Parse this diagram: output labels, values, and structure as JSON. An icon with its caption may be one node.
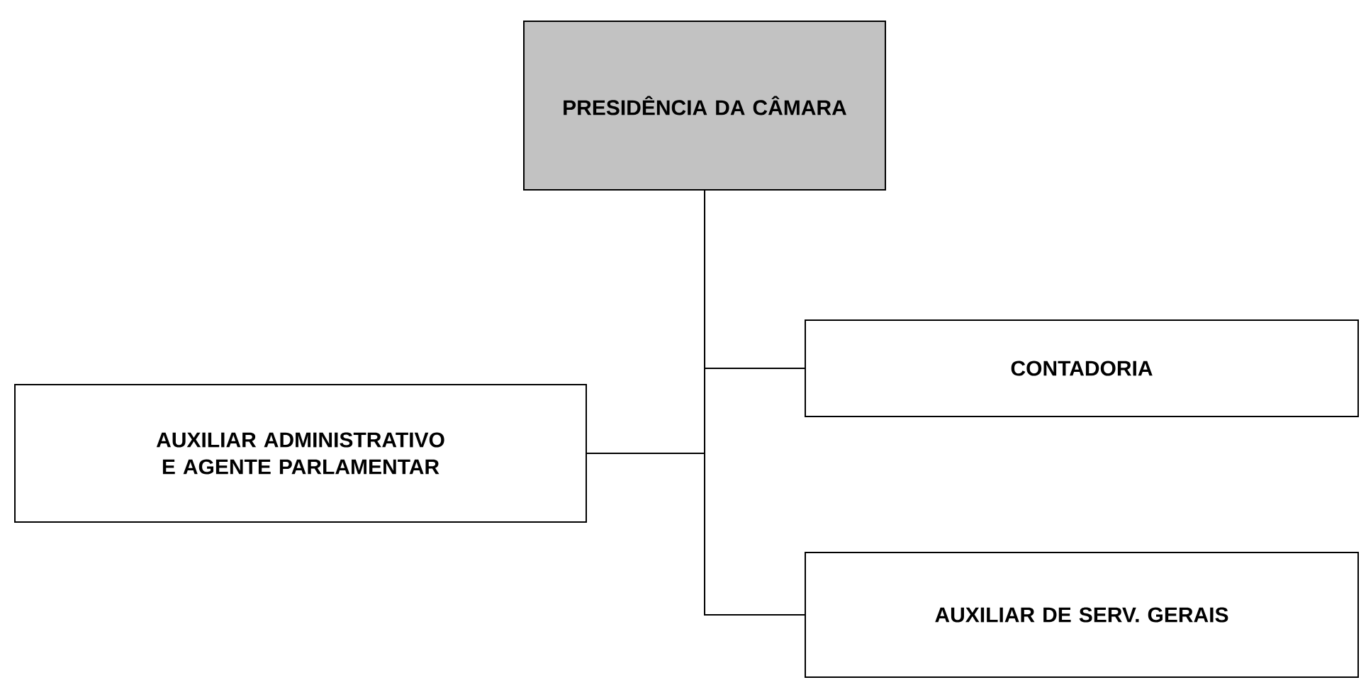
{
  "diagram": {
    "nodes": [
      {
        "text": [
          "PRESIDÊNCIA DA CÂMARA"
        ]
      },
      {
        "text": [
          "CONTADORIA"
        ]
      },
      {
        "text": [
          "AUXILIAR ADMINISTRATIVO E AGENTE PARLAMENTAR"
        ]
      },
      {
        "text": [
          "AUXILIAR DE SERV. GERAIS"
        ]
      }
    ],
    "edges": [
      {
        "from": 0,
        "to": 1,
        "arrow": "none"
      },
      {
        "from": 0,
        "to": 2,
        "arrow": "none"
      },
      {
        "from": 0,
        "to": 3,
        "arrow": "none"
      }
    ]
  }
}
